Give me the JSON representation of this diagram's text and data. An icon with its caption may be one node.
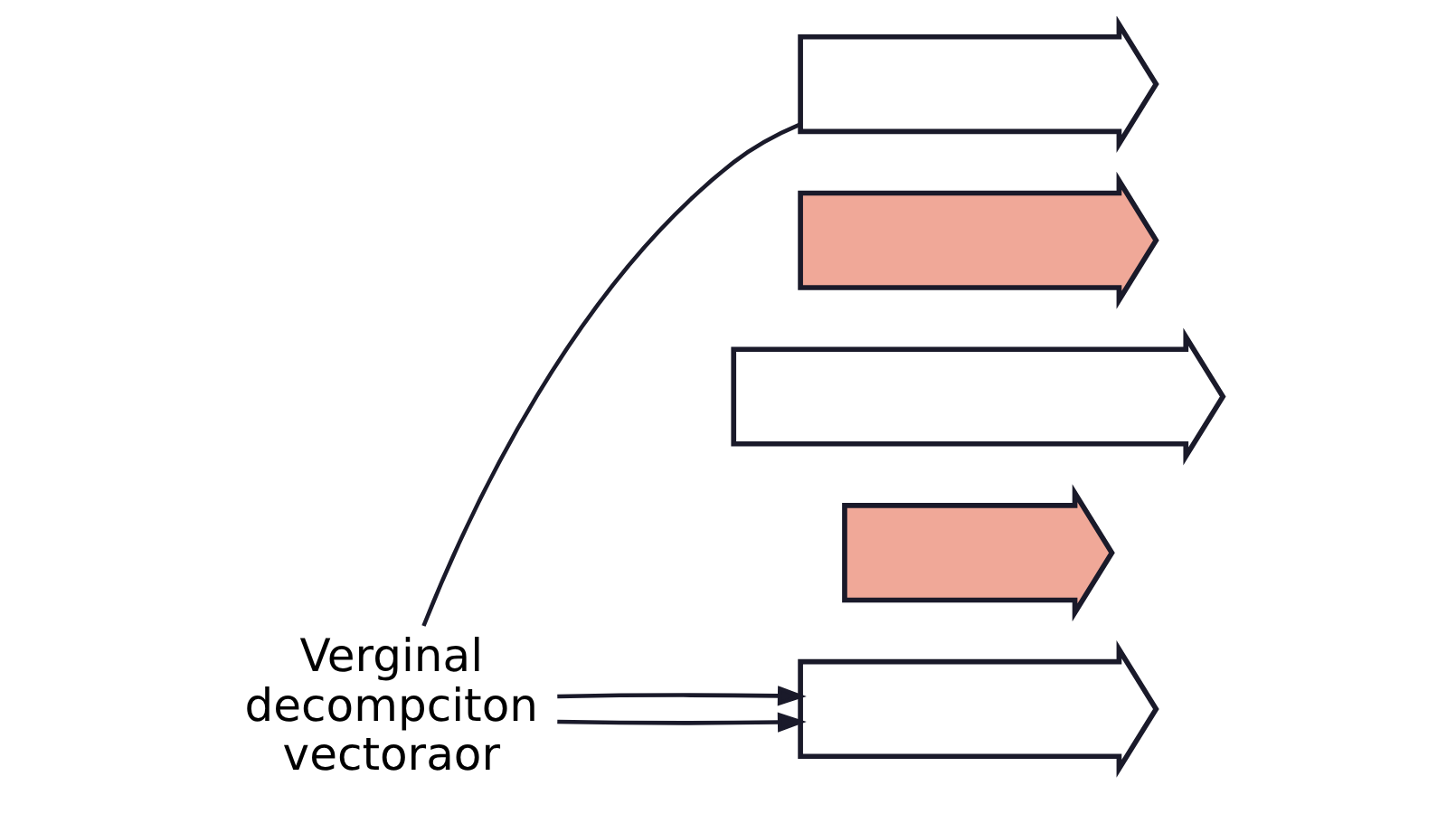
{
  "diagram": {
    "nodes": [
      {
        "text": [
          "Verginal decompciton vectoraor"
        ]
      },
      {
        "text": [],
        "shape": "arrow"
      },
      {
        "text": [],
        "shape": "arrow"
      },
      {
        "text": [],
        "shape": "arrow"
      },
      {
        "text": [],
        "shape": "arrow"
      },
      {
        "text": [],
        "shape": "arrow"
      }
    ],
    "edges": [
      {
        "from": 0,
        "to": 1,
        "arrow": "none"
      },
      {
        "from": 0,
        "to": 5,
        "arrow": "to"
      },
      {
        "from": 0,
        "to": 5,
        "arrow": "to"
      }
    ]
  }
}
